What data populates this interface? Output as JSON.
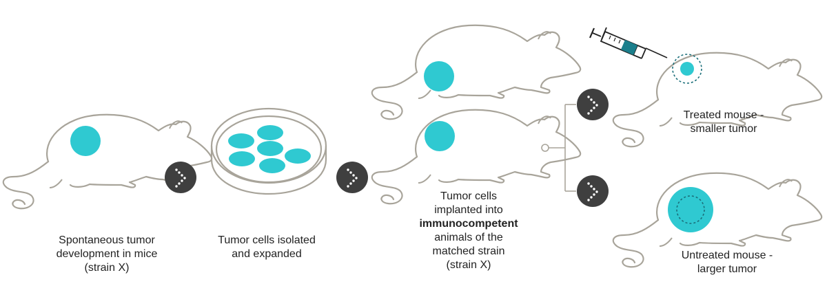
{
  "diagram": {
    "colors": {
      "outline": "#a8a49a",
      "tumor": "#2fc9d1",
      "arrow_circle": "#3f3f3f",
      "arrow_dots": "#ffffff",
      "branch_line": "#a8a49a",
      "syringe_fill": "#1b7f8c",
      "syringe_outline": "#222222",
      "dashed_ring": "#1b6f7a",
      "text": "#222222"
    },
    "icons": [
      "mouse-icon",
      "petri-dish-icon",
      "chevron-right-icon",
      "syringe-icon"
    ],
    "steps": [
      {
        "id": "spontaneous",
        "caption_lines": [
          "Spontaneous tumor",
          "development in mice",
          "(strain X)"
        ]
      },
      {
        "id": "isolated",
        "caption_lines": [
          "Tumor cells isolated",
          "and expanded"
        ]
      },
      {
        "id": "implanted",
        "caption_lines": [
          "Tumor cells",
          "implanted into"
        ],
        "caption_bold": "immunocompetent",
        "caption_lines_after": [
          "animals of the",
          "matched strain",
          "(strain X)"
        ]
      }
    ],
    "outcomes": [
      {
        "id": "treated",
        "caption_lines": [
          "Treated mouse -",
          "smaller tumor"
        ]
      },
      {
        "id": "untreated",
        "caption_lines": [
          "Untreated mouse -",
          "larger tumor"
        ]
      }
    ]
  }
}
